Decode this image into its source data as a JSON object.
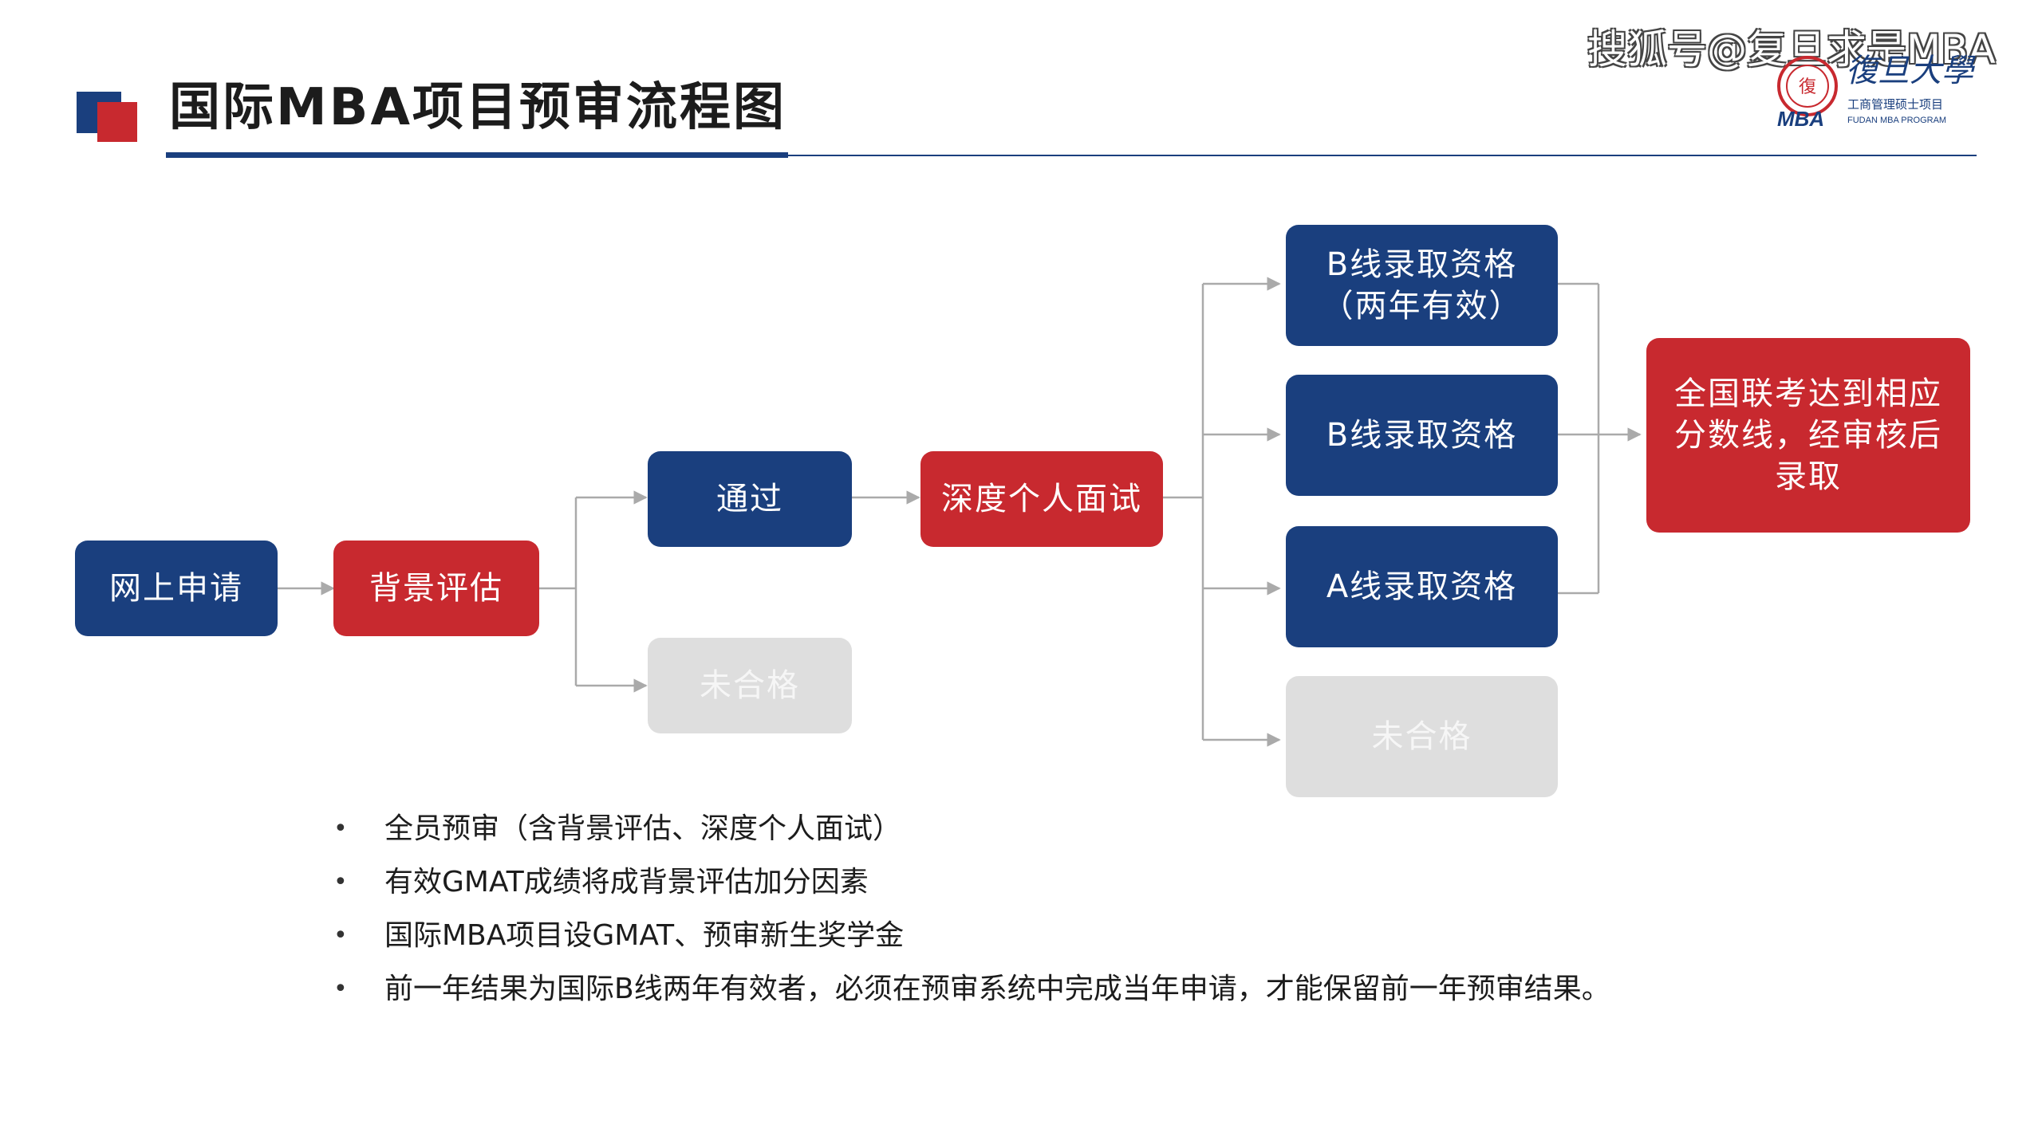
{
  "header": {
    "title": "国际MBA项目预审流程图",
    "watermark": "搜狐号@复旦求是MBA",
    "logo": {
      "university": "復旦大學",
      "subtitle_cn": "工商管理硕士项目",
      "subtitle_en": "FUDAN MBA PROGRAM",
      "mark": "MBA"
    }
  },
  "flow": {
    "apply": "网上申请",
    "background_eval": "背景评估",
    "pass": "通过",
    "fail_1": "未合格",
    "interview": "深度个人面试",
    "b_line_two_year": "B线录取资格\n（两年有效）",
    "b_line": "B线录取资格",
    "a_line": "A线录取资格",
    "fail_2": "未合格",
    "final": "全国联考达到相应\n分数线，经审核后\n录取"
  },
  "notes": [
    "全员预审（含背景评估、深度个人面试）",
    "有效GMAT成绩将成背景评估加分因素",
    "国际MBA项目设GMAT、预审新生奖学金",
    "前一年结果为国际B线两年有效者，必须在预审系统中完成当年申请，才能保留前一年预审结果。"
  ],
  "bullet_glyph": "•",
  "colors": {
    "blue": "#1a3f7e",
    "red": "#c8292f",
    "gray": "#dedede",
    "connector": "#aaaaaa"
  }
}
